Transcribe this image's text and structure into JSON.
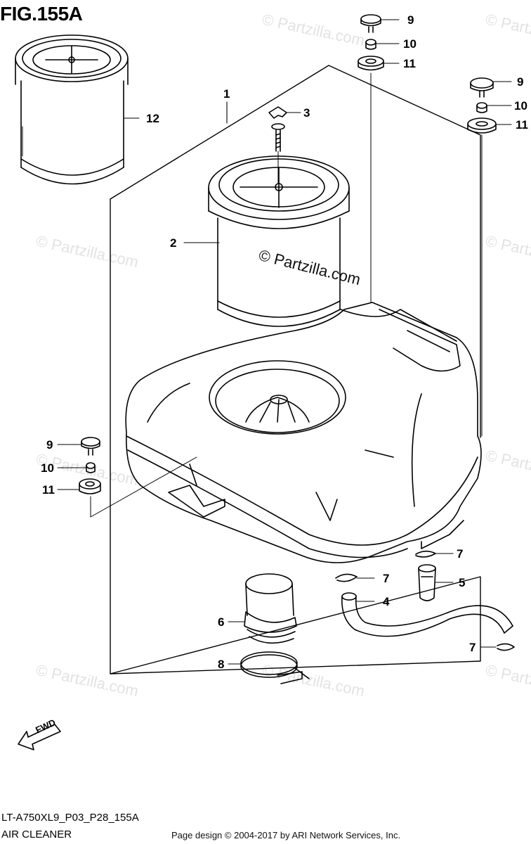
{
  "figure": {
    "title": "FIG.155A",
    "code": "LT-A750XL9_P03_P28_155A",
    "name": "AIR CLEANER"
  },
  "copyright": "Page design © 2004-2017 by ARI Network Services, Inc.",
  "watermark": "© Partzilla.com",
  "fwd_label": "FWD",
  "callouts": {
    "c1": "1",
    "c2": "2",
    "c3": "3",
    "c4": "4",
    "c5": "5",
    "c6": "6",
    "c7a": "7",
    "c7b": "7",
    "c7c": "7",
    "c8": "8",
    "c9a": "9",
    "c9b": "9",
    "c9c": "9",
    "c10a": "10",
    "c10b": "10",
    "c10c": "10",
    "c11a": "11",
    "c11b": "11",
    "c11c": "11",
    "c12": "12"
  }
}
